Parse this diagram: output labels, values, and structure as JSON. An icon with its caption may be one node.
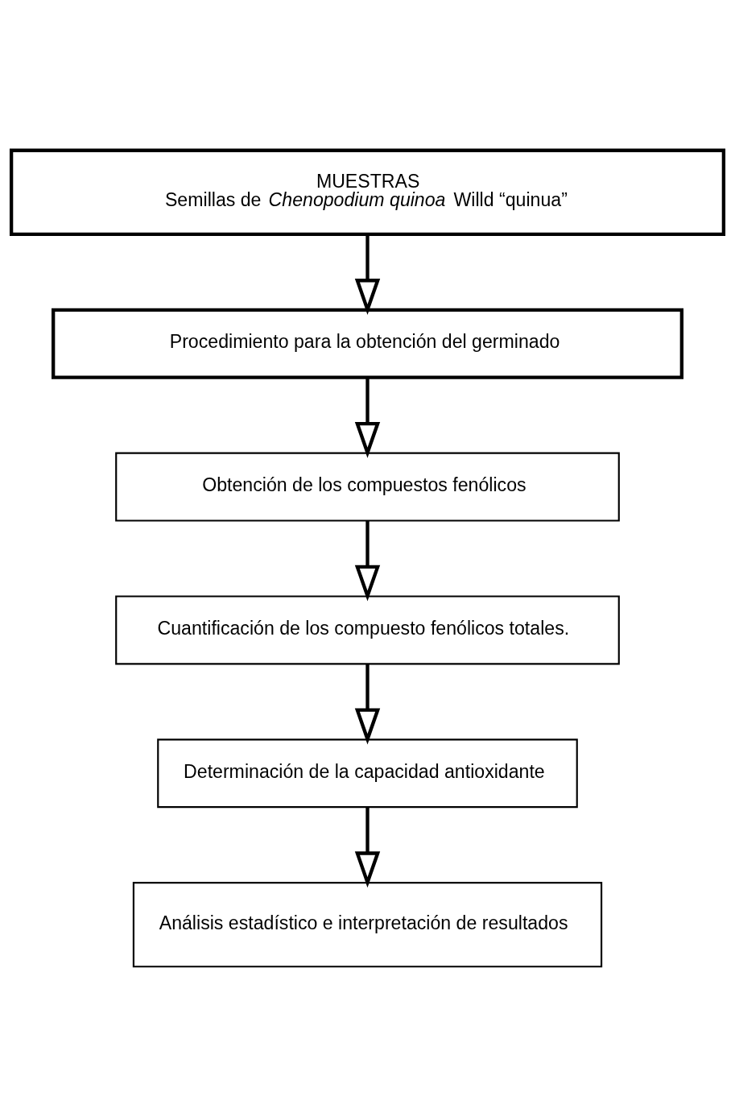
{
  "diagram": {
    "nodes": [
      {
        "text": [
          "MUESTRAS",
          "Semillas de *Chenopodium quinoa* Willd “quinua”"
        ]
      },
      {
        "text": [
          "Procedimiento para la obtención del germinado"
        ]
      },
      {
        "text": [
          "Obtención de los compuestos fenólicos"
        ]
      },
      {
        "text": [
          "Cuantificación de los compuesto fenólicos totales."
        ]
      },
      {
        "text": [
          "Determinación de la capacidad antioxidante"
        ]
      },
      {
        "text": [
          "Análisis estadístico e interpretación de resultados"
        ]
      }
    ],
    "edges": [
      {
        "from": 0,
        "to": 1,
        "arrow": "to"
      },
      {
        "from": 1,
        "to": 2,
        "arrow": "to"
      },
      {
        "from": 2,
        "to": 3,
        "arrow": "to"
      },
      {
        "from": 3,
        "to": 4,
        "arrow": "to"
      },
      {
        "from": 4,
        "to": 5,
        "arrow": "to"
      }
    ]
  }
}
